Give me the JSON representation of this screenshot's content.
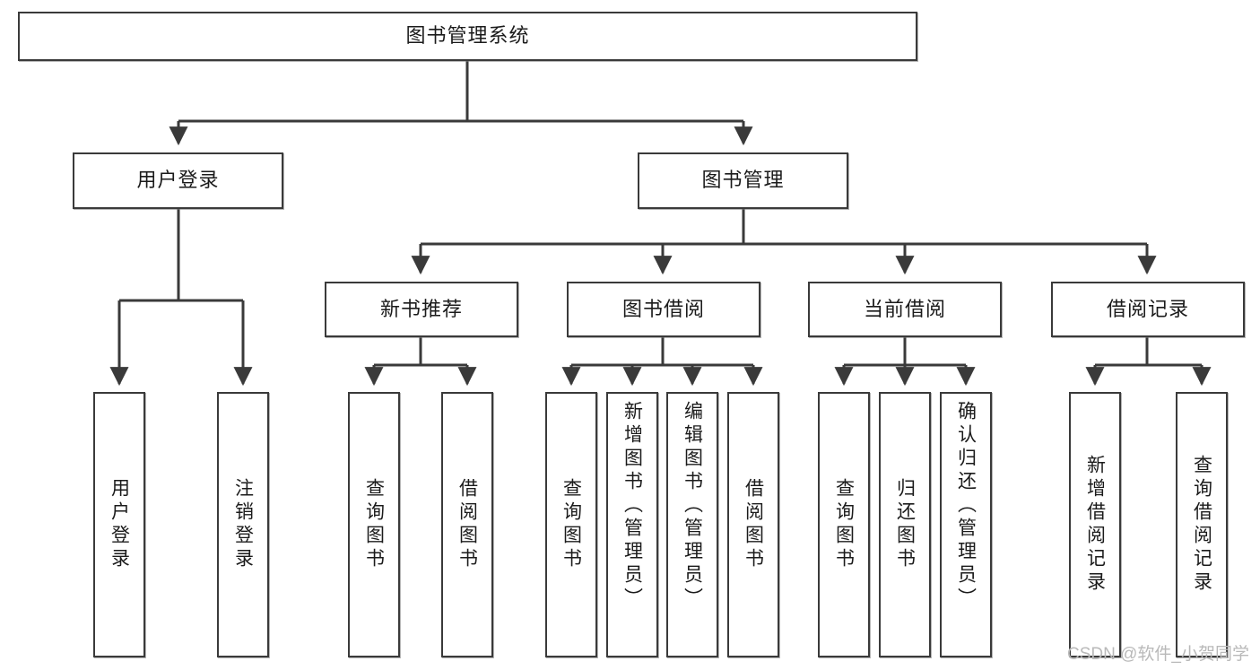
{
  "diagram": {
    "title": "图书管理系统",
    "type": "hierarchy-tree",
    "root": {
      "label": "图书管理系统"
    },
    "level1": [
      {
        "label": "用户登录"
      },
      {
        "label": "图书管理"
      }
    ],
    "level2": [
      {
        "label": "新书推荐"
      },
      {
        "label": "图书借阅"
      },
      {
        "label": "当前借阅"
      },
      {
        "label": "借阅记录"
      }
    ],
    "leaves": {
      "user_login": [
        {
          "label": "用户登录"
        },
        {
          "label": "注销登录"
        }
      ],
      "new_book_recommend": [
        {
          "label": "查询图书"
        },
        {
          "label": "借阅图书"
        }
      ],
      "book_borrow": [
        {
          "label": "查询图书"
        },
        {
          "label": "新增图书（管理员）"
        },
        {
          "label": "编辑图书（管理员）"
        },
        {
          "label": "借阅图书"
        }
      ],
      "current_borrow": [
        {
          "label": "查询图书"
        },
        {
          "label": "归还图书"
        },
        {
          "label": "确认归还（管理员）"
        }
      ],
      "borrow_record": [
        {
          "label": "新增借阅记录"
        },
        {
          "label": "查询借阅记录"
        }
      ]
    }
  },
  "watermark": {
    "text": "CSDN @软件_小贺同学"
  },
  "colors": {
    "box_border": "#3a3a3a",
    "box_fill": "#ffffff",
    "line": "#3a3a3a",
    "text": "#1b1b1b",
    "watermark": "#b9b9b9"
  }
}
